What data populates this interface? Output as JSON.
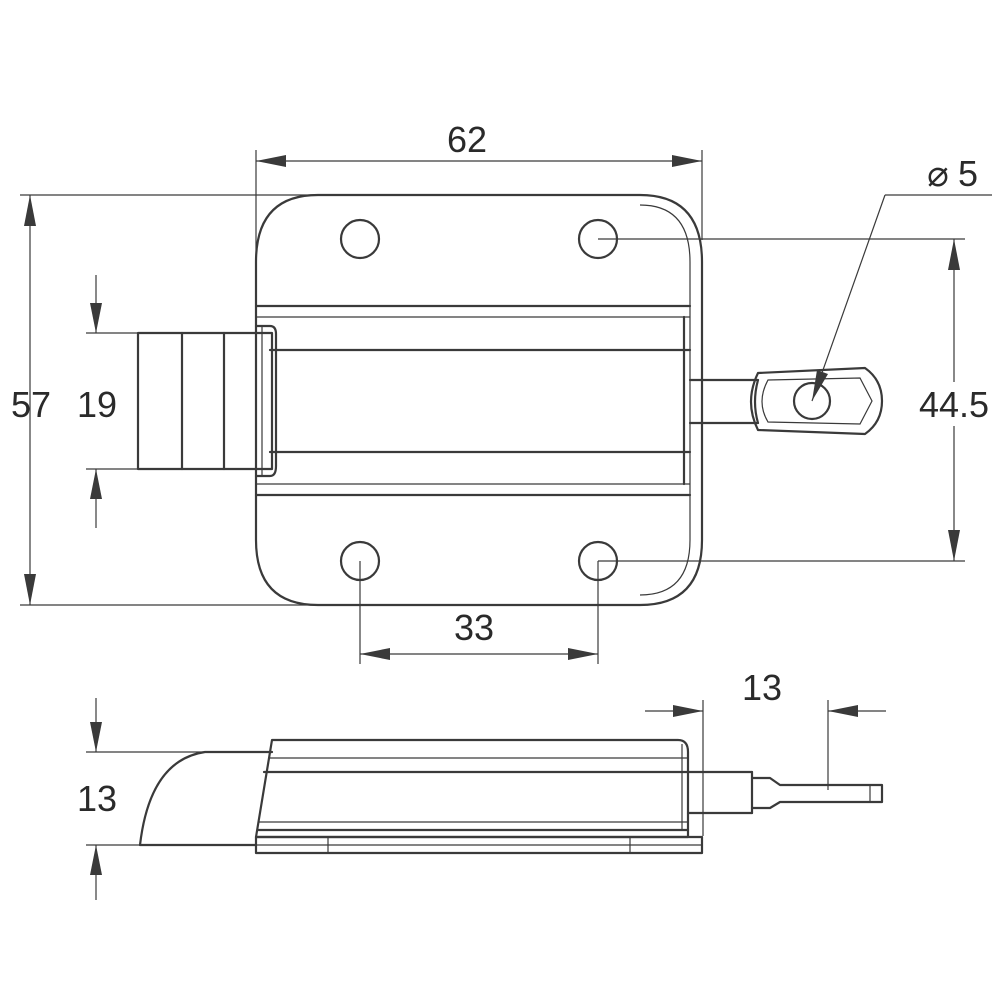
{
  "dimensions": {
    "top_width": "62",
    "left_height": "57",
    "bolt_height": "19",
    "hole_spacing_vertical": "44.5",
    "hole_spacing_horizontal": "33",
    "hole_diameter": "5",
    "side_thickness": "13",
    "side_tail_length": "13"
  },
  "symbols": {
    "diameter": "⌀"
  },
  "colors": {
    "line": "#3a3a3a",
    "background": "#ffffff"
  }
}
